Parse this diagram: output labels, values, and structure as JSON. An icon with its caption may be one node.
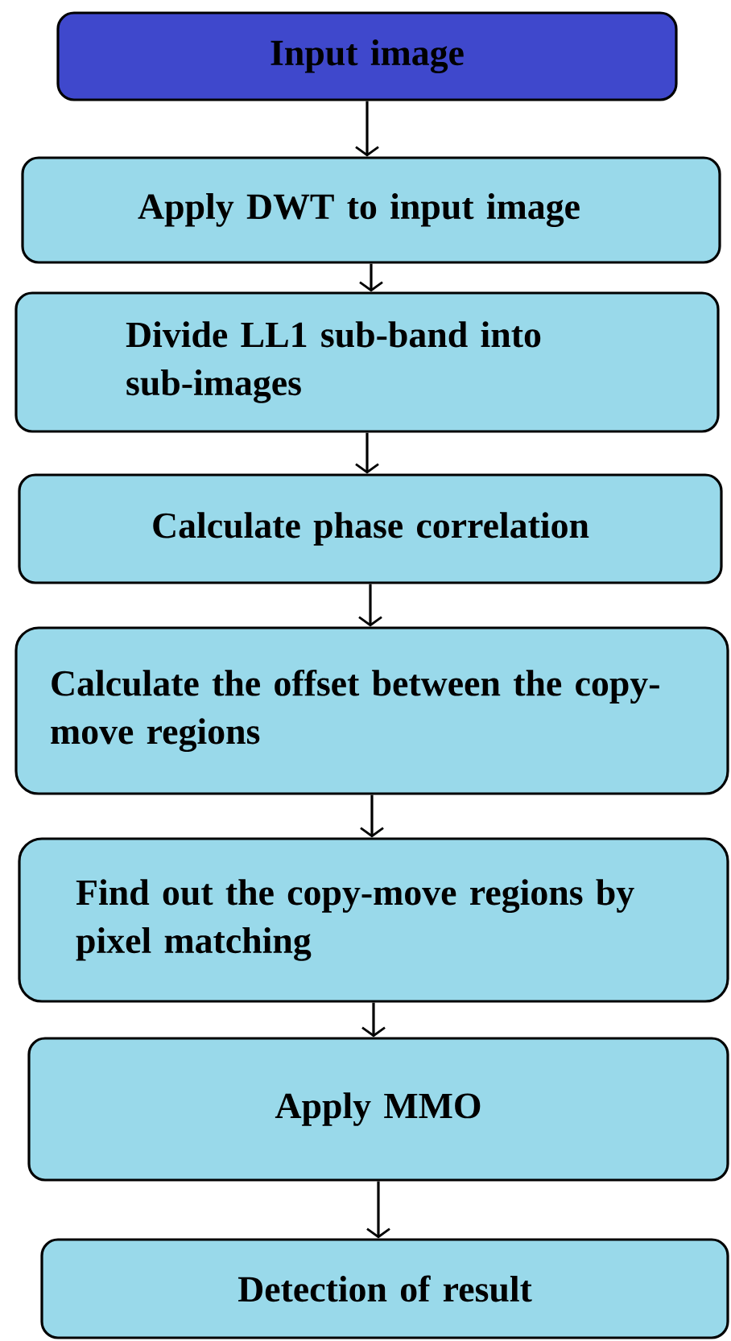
{
  "diagram": {
    "nodes": [
      {
        "text": [
          "Input image"
        ]
      },
      {
        "text": [
          "Apply DWT to input image"
        ]
      },
      {
        "text": [
          "Divide LL1 sub-band into sub-images"
        ]
      },
      {
        "text": [
          "Calculate phase correlation"
        ]
      },
      {
        "text": [
          "Calculate the offset between the copy-move regions"
        ]
      },
      {
        "text": [
          "Find out the copy-move regions by pixel matching"
        ]
      },
      {
        "text": [
          "Apply MMO"
        ]
      },
      {
        "text": [
          "Detection of result"
        ]
      }
    ],
    "edges": [
      {
        "from": 0,
        "to": 1,
        "arrow": "to"
      },
      {
        "from": 1,
        "to": 2,
        "arrow": "to"
      },
      {
        "from": 2,
        "to": 3,
        "arrow": "to"
      },
      {
        "from": 3,
        "to": 4,
        "arrow": "to"
      },
      {
        "from": 4,
        "to": 5,
        "arrow": "to"
      },
      {
        "from": 5,
        "to": 6,
        "arrow": "to"
      },
      {
        "from": 6,
        "to": 7,
        "arrow": "to"
      }
    ]
  }
}
